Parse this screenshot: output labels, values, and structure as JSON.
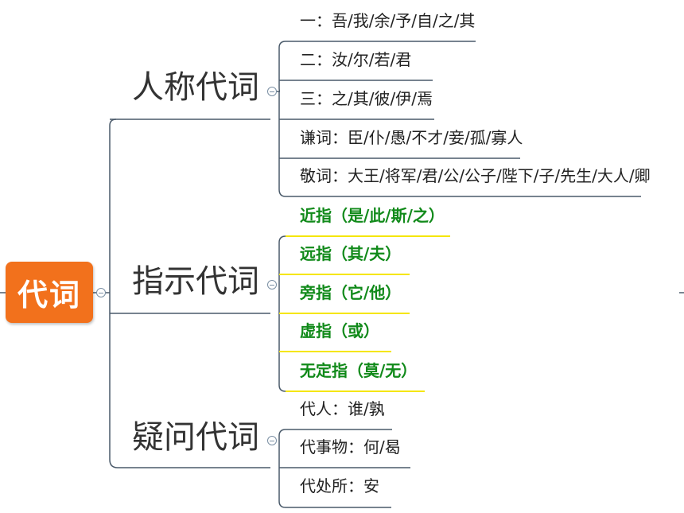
{
  "root": {
    "label": "代词"
  },
  "branches": [
    {
      "label": "人称代词",
      "children": [
        {
          "text": "一：吾/我/余/予/自/之/其"
        },
        {
          "text": "二：汝/尔/若/君"
        },
        {
          "text": "三：之/其/彼/伊/焉"
        },
        {
          "text": "谦词：臣/仆/愚/不才/妾/孤/寡人"
        },
        {
          "text": "敬词：大王/将军/君/公/公子/陛下/子/先生/大人/卿"
        }
      ]
    },
    {
      "label": "指示代词",
      "children": [
        {
          "text": "近指（是/此/斯/之）"
        },
        {
          "text": "远指（其/夫）"
        },
        {
          "text": "旁指（它/他）"
        },
        {
          "text": "虚指（或）"
        },
        {
          "text": "无定指（莫/无）"
        }
      ]
    },
    {
      "label": "疑问代词",
      "children": [
        {
          "text": "代人：谁/孰"
        },
        {
          "text": "代事物：何/曷"
        },
        {
          "text": "代处所：安"
        }
      ]
    }
  ],
  "colors": {
    "root_fill": "#f2711c",
    "line": "#4a5a6a",
    "leaf_underline_default": "#4a5a6a",
    "leaf_underline_highlight": "#f5e600",
    "leaf_text_highlight": "#118a1a"
  }
}
